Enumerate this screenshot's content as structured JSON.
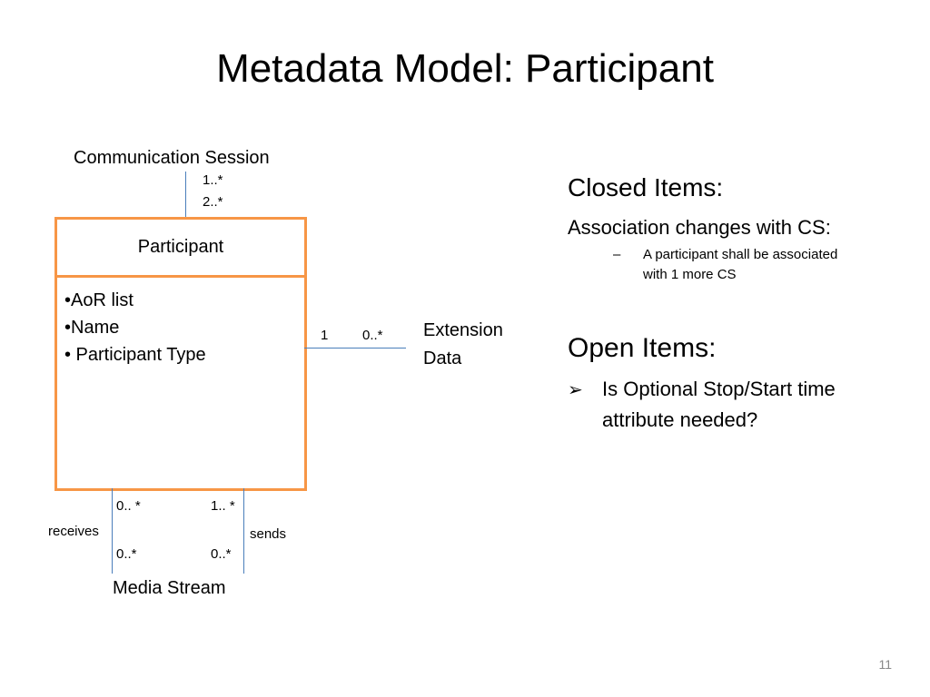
{
  "title": "Metadata Model: Participant",
  "diagram": {
    "session_label": "Communication Session",
    "session_mult_1": "1..*",
    "session_mult_2": "2..*",
    "participant_box": {
      "header": "Participant",
      "attributes": [
        "•AoR list",
        "•Name",
        "• Participant Type"
      ]
    },
    "extension_mult_left": "1",
    "extension_mult_right": "0..*",
    "extension_label_line1": "Extension",
    "extension_label_line2": "Data",
    "receives_label": "receives",
    "sends_label": "sends",
    "receives_mult_top": "0.. *",
    "receives_mult_bottom": "0..*",
    "sends_mult_top": "1.. *",
    "sends_mult_bottom": "0..*",
    "media_label": "Media Stream"
  },
  "notes": {
    "closed_heading": "Closed Items:",
    "closed_item": "Association changes with CS:",
    "closed_subitem_dash": "–",
    "closed_subitem": "A participant shall be associated with 1 more CS",
    "open_heading": "Open Items:",
    "open_bullet_icon": "arrow-bullet-icon",
    "open_bullet_glyph": "➢",
    "open_item": "Is Optional Stop/Start time attribute needed?"
  },
  "page_number": "11",
  "colors": {
    "box_border": "#f79646",
    "connector_line": "#4a7ebb"
  }
}
